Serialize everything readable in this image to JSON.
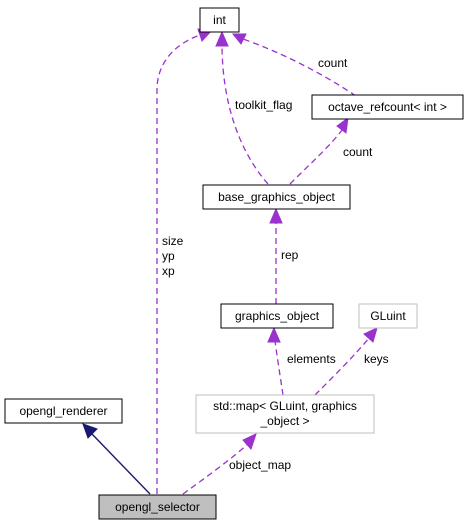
{
  "colors": {
    "dependency_edge": "#9a32cd",
    "inheritance_edge": "#191970",
    "focus_fill": "#bfbfbf",
    "external_border": "#bfbfbf"
  },
  "nodes": {
    "int": "int",
    "octave_refcount": "octave_refcount< int >",
    "base_graphics_object": "base_graphics_object",
    "graphics_object": "graphics_object",
    "gluint": "GLuint",
    "std_map_line1": "std::map< GLuint, graphics",
    "std_map_line2": "_object >",
    "opengl_renderer": "opengl_renderer",
    "opengl_selector": "opengl_selector"
  },
  "edge_labels": {
    "count_int": "count",
    "toolkit_flag": "toolkit_flag",
    "count_refcount": "count",
    "rep": "rep",
    "elements": "elements",
    "keys": "keys",
    "object_map": "object_map",
    "size": "size",
    "yp": "yp",
    "xp": "xp"
  }
}
